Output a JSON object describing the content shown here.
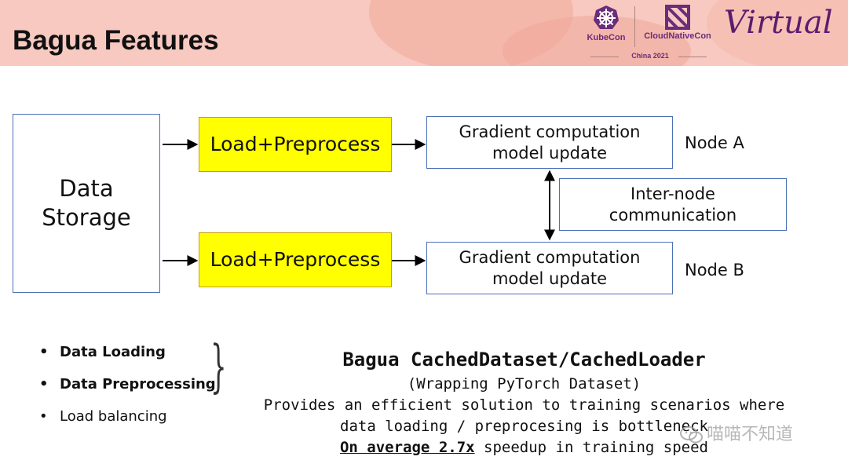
{
  "slide": {
    "title": "Bagua Features"
  },
  "header": {
    "kubecon_label": "KubeCon",
    "cloudnativecon_label": "CloudNativeCon",
    "event_label": "China 2021",
    "virtual_label": "Virtual"
  },
  "diagram": {
    "storage": {
      "line1": "Data",
      "line2": "Storage"
    },
    "load_preprocess": "Load+Preprocess",
    "gradient": {
      "line1": "Gradient computation",
      "line2": "model update"
    },
    "inter_node": {
      "line1": "Inter-node",
      "line2": "communication"
    },
    "node_a": "Node A",
    "node_b": "Node B"
  },
  "bullets": [
    {
      "text": "Data Loading",
      "bold": true
    },
    {
      "text": "Data Preprocessing",
      "bold": true
    },
    {
      "text": "Load balancing",
      "bold": false
    }
  ],
  "description": {
    "heading": "Bagua CachedDataset/CachedLoader",
    "subheading": "(Wrapping PyTorch Dataset)",
    "line1": "Provides an efficient solution to training scenarios where",
    "line2": "data loading / preprocesing is bottleneck",
    "emphasis": "On average 2.7x",
    "line3_rest": " speedup in training speed"
  },
  "watermark": "喵喵不知道",
  "colors": {
    "header_band": "#f7c9c0",
    "box_border": "#4a6fb5",
    "highlight": "#ffff00",
    "logo_purple": "#6b2c7a"
  }
}
